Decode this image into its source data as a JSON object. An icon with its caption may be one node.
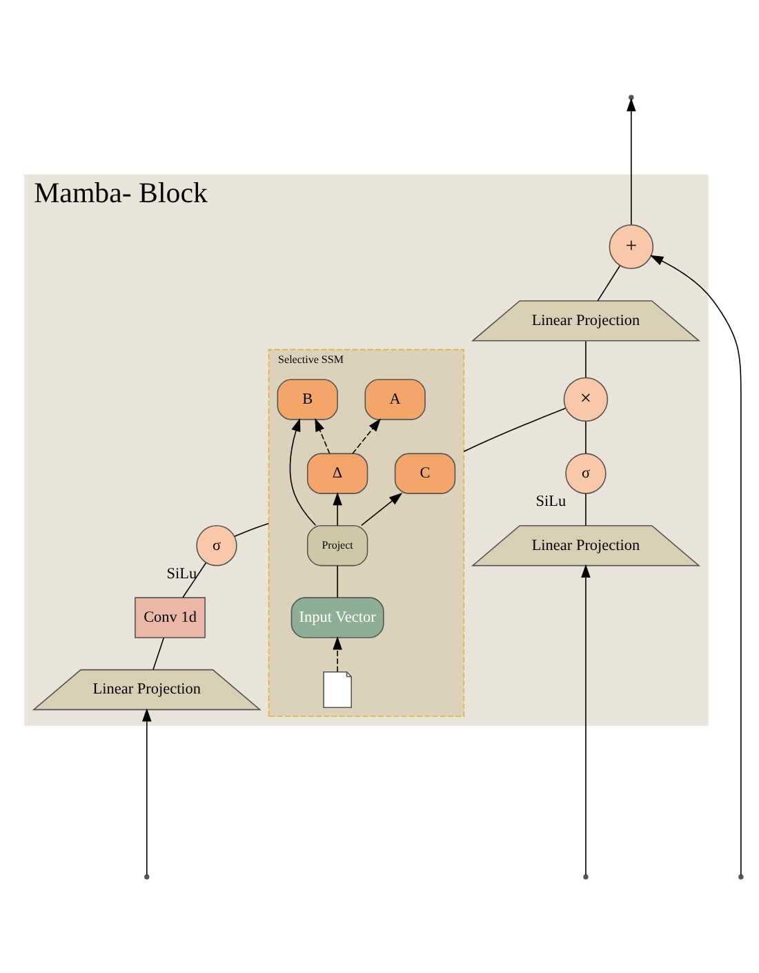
{
  "diagram": {
    "nodes": [
      {
        "text": [
          "Mamba- Block"
        ]
      },
      {
        "text": [
          "+"
        ],
        "in": 0
      },
      {
        "text": [
          "Linear Projection"
        ],
        "in": 0
      },
      {
        "text": [
          "×"
        ],
        "in": 0
      },
      {
        "text": [
          "Selective SSM"
        ],
        "in": 0
      },
      {
        "text": [
          "C"
        ],
        "in": 4
      },
      {
        "text": [
          "A"
        ],
        "in": 4
      },
      {
        "text": [
          "Δ"
        ],
        "in": 4
      },
      {
        "text": [
          "B"
        ],
        "in": 4
      },
      {
        "text": [],
        "shape": "document",
        "in": 4
      },
      {
        "text": [
          "Input Vector"
        ],
        "in": 4
      },
      {
        "text": [
          "Project"
        ],
        "in": 4
      },
      {
        "text": [
          "σ"
        ],
        "beside": [
          "SiLu"
        ],
        "in": 0
      },
      {
        "text": [
          "Conv 1d"
        ],
        "in": 0
      },
      {
        "text": [
          "Linear Projection"
        ],
        "in": 0
      },
      {
        "text": [
          "σ"
        ],
        "beside": [
          "SiLu"
        ],
        "in": 0
      },
      {
        "text": [
          "Linear Projection"
        ],
        "in": 0
      }
    ],
    "edges": [
      {
        "from": 2,
        "to": 1,
        "arrow": "none"
      },
      {
        "from": 3,
        "to": 2,
        "arrow": "none"
      },
      {
        "from": 4,
        "to": 3,
        "arrow": "none"
      },
      {
        "from": 15,
        "to": 3,
        "arrow": "none"
      },
      {
        "from": 12,
        "to": 4,
        "arrow": "none"
      },
      {
        "from": 13,
        "to": 12,
        "arrow": "none"
      },
      {
        "from": 14,
        "to": 13,
        "arrow": "none"
      },
      {
        "from": 16,
        "to": 15,
        "arrow": "none"
      },
      {
        "from": 9,
        "to": 10,
        "arrow": "to",
        "style": "dashed"
      },
      {
        "from": 10,
        "to": 11,
        "arrow": "none"
      },
      {
        "from": 11,
        "to": 5,
        "arrow": "to"
      },
      {
        "from": 11,
        "to": 7,
        "arrow": "to"
      },
      {
        "from": 11,
        "to": 8,
        "arrow": "to"
      },
      {
        "from": 7,
        "to": 6,
        "arrow": "to",
        "style": "dashed"
      },
      {
        "from": 7,
        "to": 8,
        "arrow": "to",
        "style": "dashed"
      },
      {
        "from": null,
        "to": 14,
        "arrow": "to"
      },
      {
        "from": null,
        "to": 16,
        "arrow": "to"
      },
      {
        "from": null,
        "to": 1,
        "arrow": "to"
      },
      {
        "from": 1,
        "to": null,
        "arrow": "to"
      }
    ]
  }
}
